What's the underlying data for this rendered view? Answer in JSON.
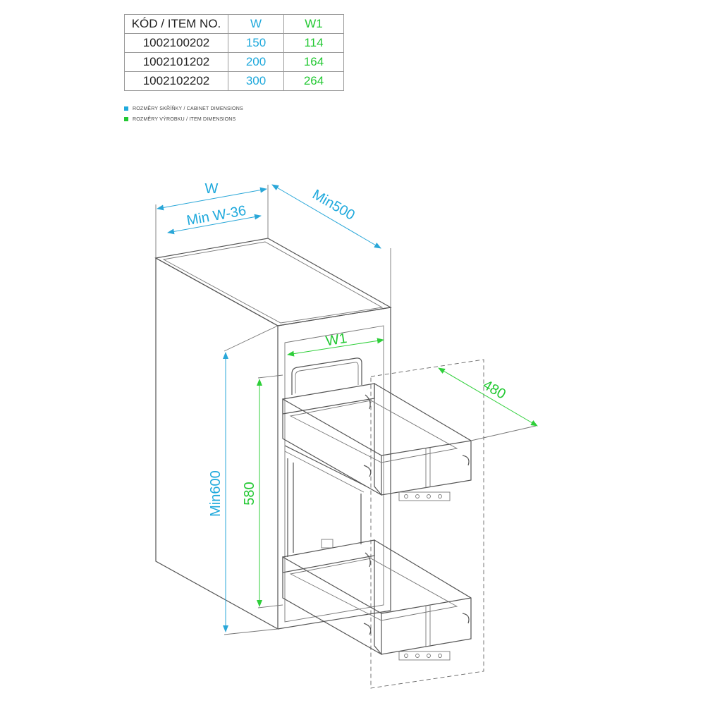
{
  "table": {
    "headers": {
      "code": "KÓD / ITEM NO.",
      "w": "W",
      "w1": "W1"
    },
    "rows": [
      {
        "code": "1002100202",
        "w": "150",
        "w1": "114"
      },
      {
        "code": "1002101202",
        "w": "200",
        "w1": "164"
      },
      {
        "code": "1002102202",
        "w": "300",
        "w1": "264"
      }
    ]
  },
  "legend": {
    "cabinet": "ROZMĚRY SKŘÍŇKY / CABINET DIMENSIONS",
    "item": "ROZMĚRY VÝROBKU / ITEM DIMENSIONS"
  },
  "dimensions": {
    "w": "W",
    "min_w": "Min W-36",
    "min_depth": "Min500",
    "w1": "W1",
    "depth": "480",
    "min_height": "Min600",
    "height": "580"
  },
  "colors": {
    "cabinet": "#1fa9dc",
    "item": "#22c832",
    "lines": "#555555"
  }
}
